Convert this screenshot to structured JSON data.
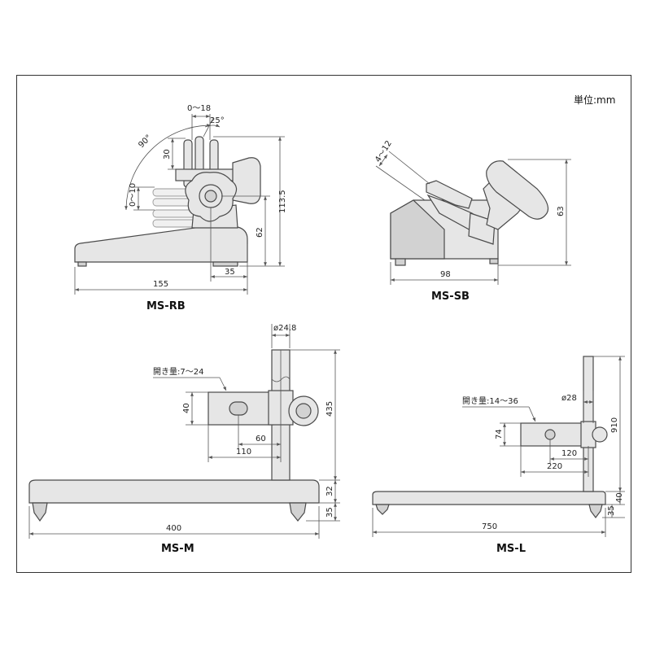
{
  "unit_label": "単位:mm",
  "ms_rb": {
    "caption": "MS-RB",
    "dims": {
      "width": "155",
      "foot": "35",
      "height_total": "113.5",
      "height_center": "62",
      "jaw_open": "0～18",
      "jaw_tilt": "25°",
      "jaw_depth": "30",
      "swivel": "90°",
      "raise": "0～10"
    }
  },
  "ms_sb": {
    "caption": "MS-SB",
    "dims": {
      "width": "98",
      "height": "63",
      "clamp": "4～12"
    }
  },
  "ms_m": {
    "caption": "MS-M",
    "dims": {
      "post_dia": "ø24.8",
      "opening": "開き量:7～24",
      "jaw_h": "40",
      "reach_short": "60",
      "reach_long": "110",
      "height": "435",
      "base_h": "32",
      "foot_h": "35",
      "width": "400"
    }
  },
  "ms_l": {
    "caption": "MS-L",
    "dims": {
      "opening": "開き量:14～36",
      "post_dia": "ø28",
      "jaw_h": "74",
      "height": "910",
      "reach_short": "120",
      "reach_long": "220",
      "base_h": "40",
      "foot_h": "35",
      "width": "750"
    }
  },
  "colors": {
    "part_fill": "#e6e6e6",
    "line": "#4a4a4a"
  }
}
